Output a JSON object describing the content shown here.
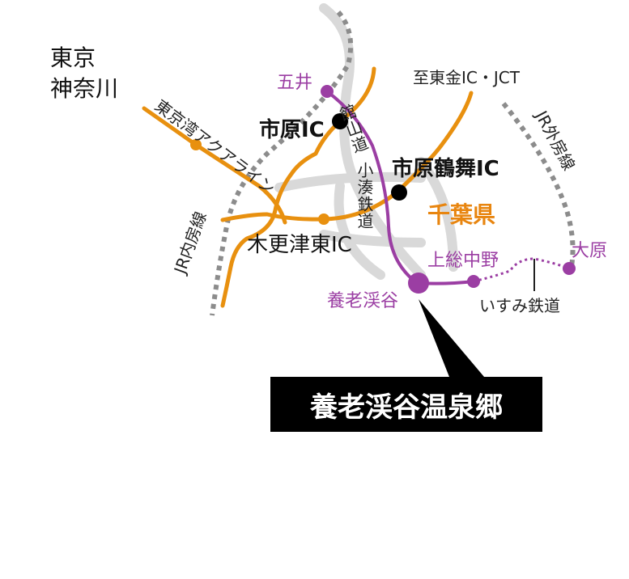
{
  "regions": {
    "tokyo": "東京",
    "kanagawa": "神奈川",
    "chiba": "千葉県"
  },
  "roads": {
    "aqualine": "東京湾アクアライン",
    "to_togane": "至東金IC・JCT",
    "ichihara_ic": "市原IC",
    "ichihara_tsurumai_ic": "市原鶴舞IC",
    "kisarazu_higashi_ic": "木更津東IC"
  },
  "railways": {
    "kominato": "小湊鉄道",
    "tateyama_road": "館山道",
    "uchibo": "JR内房線",
    "sotobo": "JR外房線",
    "isumi": "いすみ鉄道"
  },
  "stations": {
    "goi": "五井",
    "yoro_keikoku": "養老渓谷",
    "kazusa_nakano": "上総中野",
    "ohara": "大原"
  },
  "callout": "養老渓谷温泉郷",
  "colors": {
    "highway": "#e8900f",
    "railway": "#9b3ea3",
    "jr_line": "#8c8c8c",
    "minor_road": "#d9d9d9",
    "callout_bg": "#000000"
  }
}
